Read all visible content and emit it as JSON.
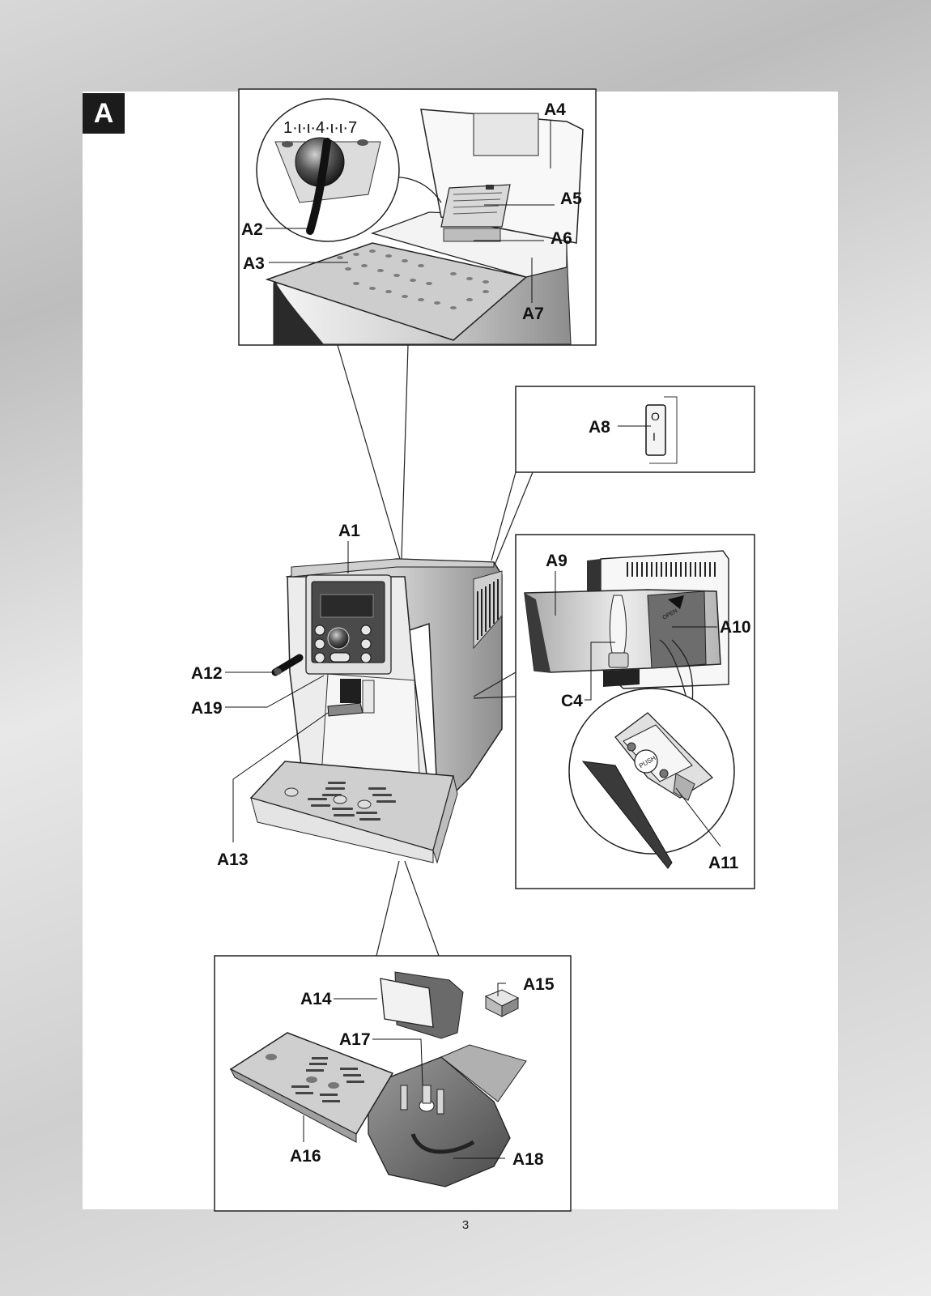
{
  "section_badge": "A",
  "page_number": "3",
  "dial_scale": "1·ι·ι·4·ι·ι·7",
  "labels": {
    "a1": "A1",
    "a2": "A2",
    "a3": "A3",
    "a4": "A4",
    "a5": "A5",
    "a6": "A6",
    "a7": "A7",
    "a8": "A8",
    "a9": "A9",
    "a10": "A10",
    "a11": "A11",
    "a12": "A12",
    "a13": "A13",
    "a14": "A14",
    "a15": "A15",
    "a16": "A16",
    "a17": "A17",
    "a18": "A18",
    "a19": "A19",
    "c4": "C4"
  },
  "switch_symbols": {
    "off": "O",
    "on": "I"
  },
  "filter_marks": {
    "open": "OPEN",
    "push": "PUSH"
  }
}
